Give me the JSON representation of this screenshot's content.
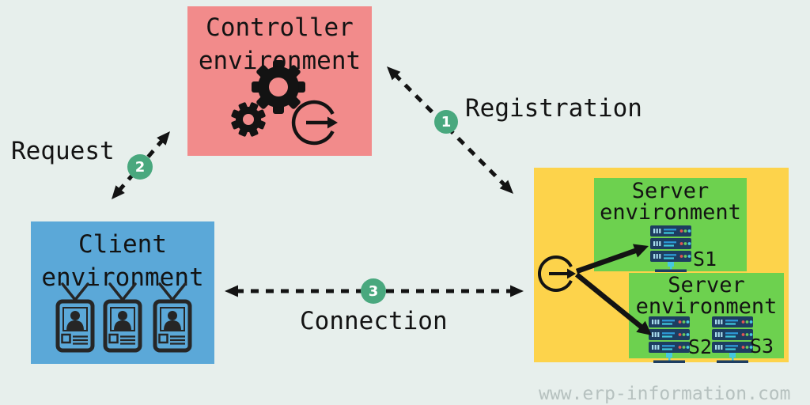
{
  "page": {
    "background": "#e7efec",
    "watermark": "www.erp-information.com"
  },
  "boxes": {
    "controller": {
      "line1": "Controller",
      "line2": "environment",
      "color": "#f28b8b"
    },
    "client": {
      "line1": "Client",
      "line2": "environment",
      "color": "#5ba8d8"
    },
    "server_group": {
      "color": "#fdd34b"
    },
    "server_top": {
      "line1": "Server",
      "line2": "environment",
      "color": "#6dd14f",
      "tag": "S1"
    },
    "server_bottom": {
      "line1": "Server",
      "line2": "environment",
      "color": "#6dd14f",
      "tag_left": "S2",
      "tag_right": "S3"
    }
  },
  "edges": {
    "registration": {
      "label": "Registration",
      "badge": "1"
    },
    "request": {
      "label": "Request",
      "badge": "2"
    },
    "connection": {
      "label": "Connection",
      "badge": "3"
    },
    "badge_color": "#49a87e",
    "line_color": "#131313",
    "style": "dashed-double-arrow"
  },
  "icons": {
    "controller": [
      "gear-icon",
      "gear-icon",
      "login-arrow-icon"
    ],
    "client": [
      "id-badge-icon",
      "id-badge-icon",
      "id-badge-icon"
    ],
    "server_group": [
      "login-arrow-icon",
      "server-rack-icon",
      "server-rack-icon",
      "server-rack-icon"
    ]
  }
}
